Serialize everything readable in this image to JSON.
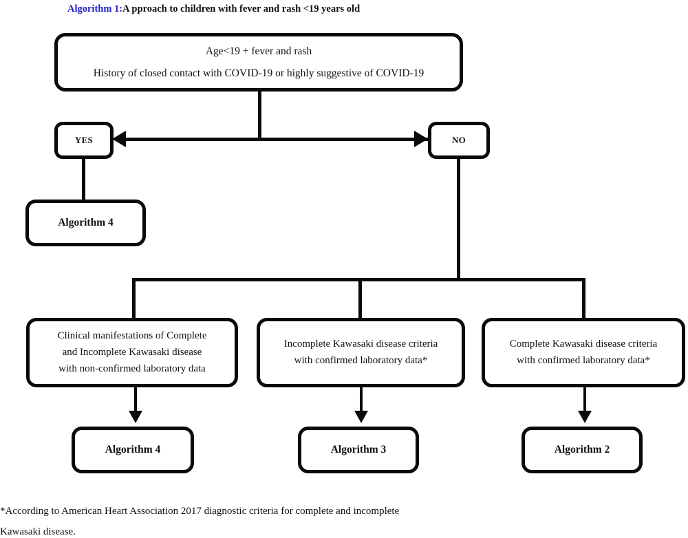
{
  "title": {
    "label": "Algorithm 1:",
    "text": "A pproach to children with fever and rash <19 years old",
    "label_color": "#2020cc",
    "text_color": "#111111"
  },
  "diagram": {
    "root": {
      "line1": "Age<19 + fever and rash",
      "line2": "History of closed contact with COVID-19 or highly suggestive of COVID-19"
    },
    "decisions": {
      "yes": "YES",
      "no": "NO"
    },
    "yes_branch": {
      "outcome": "Algorithm 4"
    },
    "criteria": [
      {
        "line1": "Clinical manifestations of Complete",
        "line2": "and Incomplete Kawasaki disease",
        "line3": "with non-confirmed laboratory data",
        "outcome": "Algorithm 4"
      },
      {
        "line1": "Incomplete Kawasaki disease criteria",
        "line2": "with confirmed laboratory data*",
        "line3": "",
        "outcome": "Algorithm 3"
      },
      {
        "line1": "Complete Kawasaki disease criteria",
        "line2": "with confirmed laboratory data*",
        "line3": "",
        "outcome": "Algorithm 2"
      }
    ],
    "stroke_color": "#0a0a0a"
  },
  "footnote": {
    "line1": "*According to American Heart Association 2017 diagnostic criteria for complete and incomplete",
    "line2": "Kawasaki disease."
  }
}
